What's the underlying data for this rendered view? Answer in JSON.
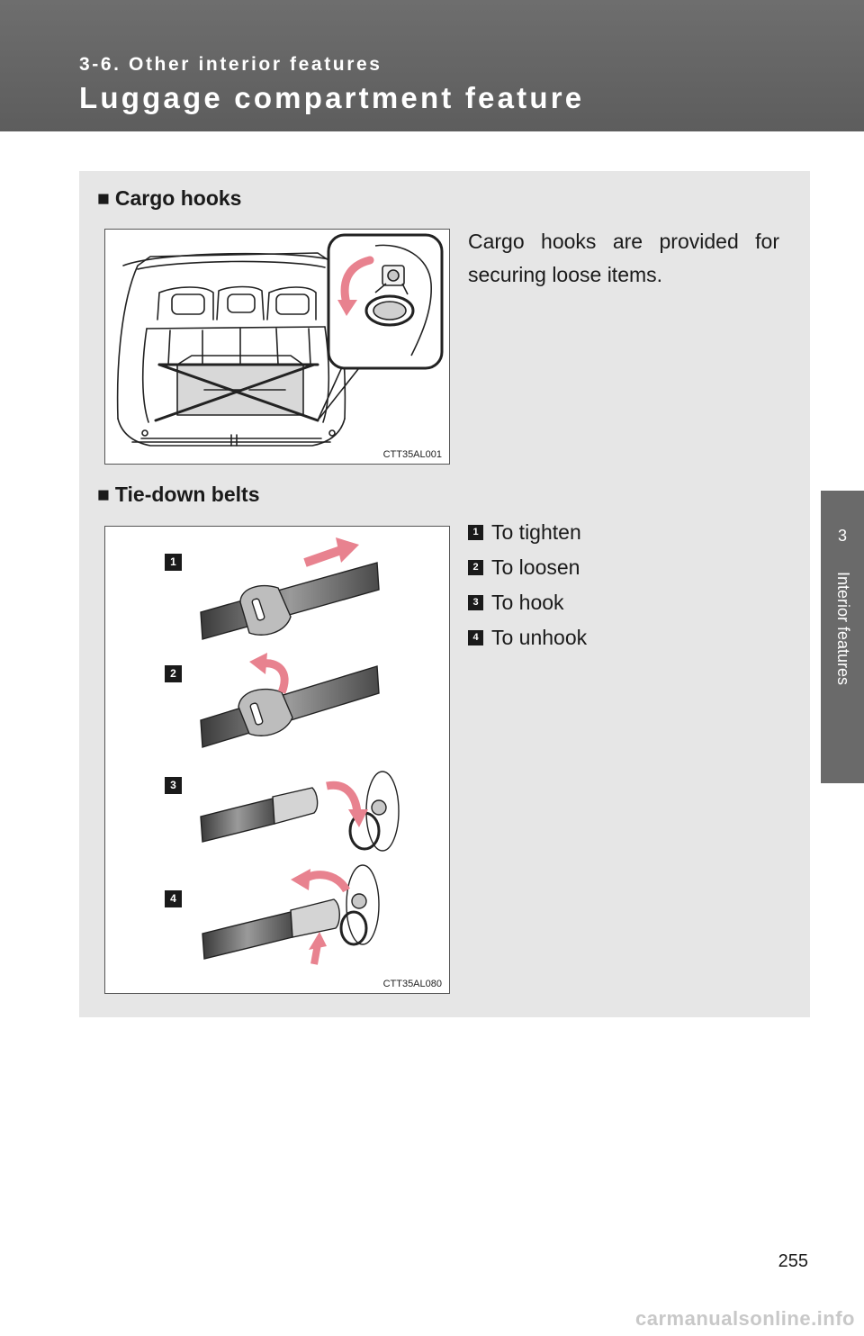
{
  "header": {
    "section": "3-6. Other interior features",
    "title": "Luggage compartment feature"
  },
  "side_tab": {
    "number": "3",
    "label": "Interior features"
  },
  "cargo_hooks": {
    "heading": "Cargo hooks",
    "description_line1": "Cargo hooks are provided for",
    "description_line2": "securing loose items.",
    "figure_code": "CTT35AL001"
  },
  "tie_down_belts": {
    "heading": "Tie-down belts",
    "steps": [
      {
        "number": "1",
        "label": "To tighten"
      },
      {
        "number": "2",
        "label": "To loosen"
      },
      {
        "number": "3",
        "label": "To hook"
      },
      {
        "number": "4",
        "label": "To unhook"
      }
    ],
    "figure_code": "CTT35AL080"
  },
  "page_number": "255",
  "watermark": "carmanualsonline.info",
  "colors": {
    "header_bg": "#606060",
    "panel_bg": "#e6e6e6",
    "arrow_pink": "#e8828f"
  }
}
